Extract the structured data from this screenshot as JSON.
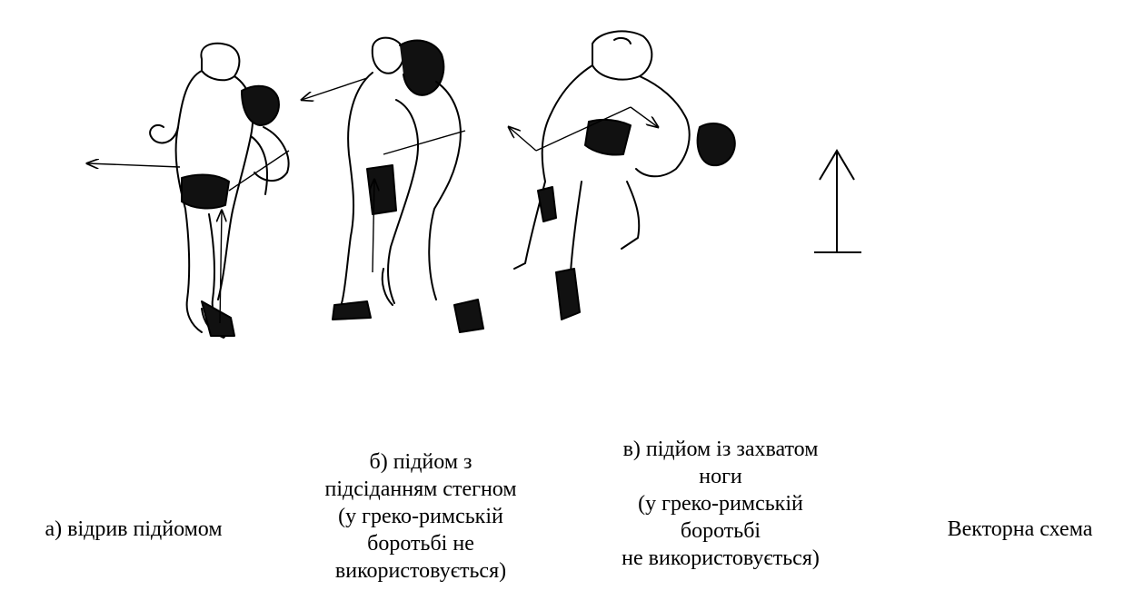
{
  "captions": {
    "a": [
      "а) відрив підйомом"
    ],
    "b": [
      "б) підйом з",
      "підсіданням стегном",
      "(у греко-римській",
      "боротьбі не",
      "використовується)"
    ],
    "c": [
      "в) підйом із захватом",
      "ноги",
      "(у греко-римській",
      "боротьбі",
      "не використовується)"
    ],
    "d": [
      "Векторна схема"
    ]
  },
  "colors": {
    "ink": "#000000",
    "background": "#ffffff"
  }
}
